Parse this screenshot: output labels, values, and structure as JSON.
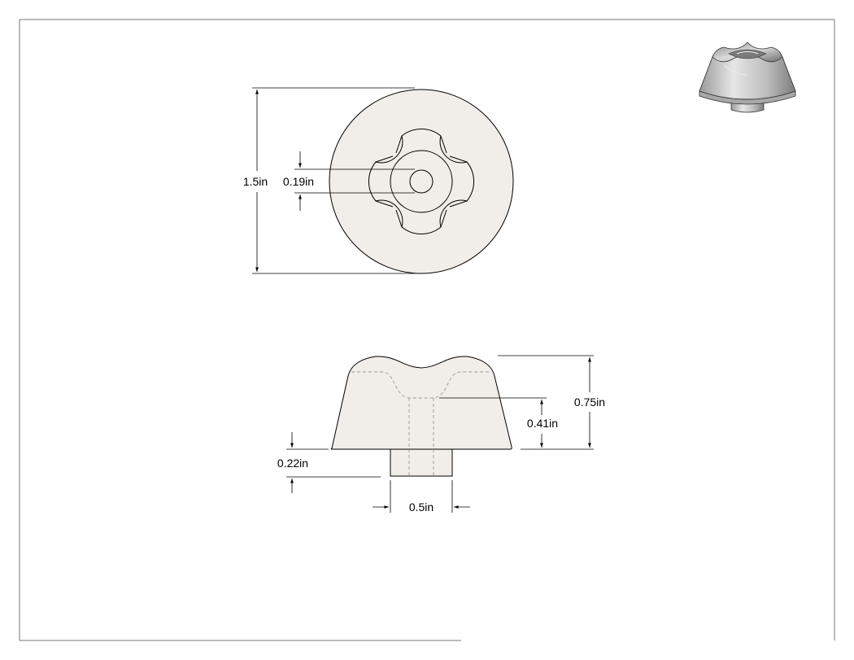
{
  "dimensions": {
    "outer_diameter": "1.5in",
    "bore_diameter": "0.19in",
    "total_height": "0.75in",
    "body_offset": "0.41in",
    "stem_height": "0.22in",
    "stem_width": "0.5in"
  },
  "colors": {
    "part_fill": "#f1ede8",
    "line": "#000000",
    "hidden_line": "#9a9a9a",
    "frame": "#777777"
  },
  "thumbnail": {
    "icon": "isometric-knob-icon"
  }
}
